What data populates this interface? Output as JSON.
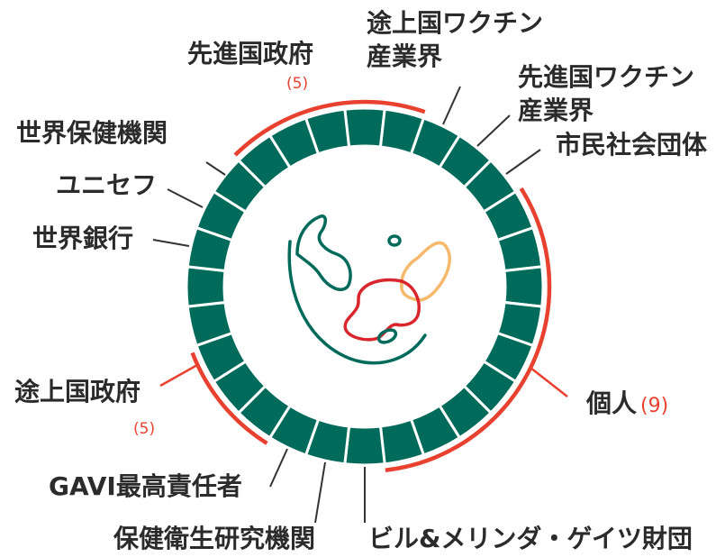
{
  "colors": {
    "seat": "#006a5b",
    "seat_divider": "#ffffff",
    "group_arc": "#e8412f",
    "text": "#2b2b2b",
    "pointer": "#333333",
    "logo_green": "#006a5b",
    "logo_red": "#d9262c",
    "logo_orange": "#f6b96b"
  },
  "ring": {
    "seat_count": 28
  },
  "labels": {
    "developing_vaccine_industry": {
      "line1": "途上国ワクチン",
      "line2": "産業界"
    },
    "donor_governments": {
      "text": "先進国政府",
      "count": "(5)"
    },
    "industrialized_vaccine_industry": {
      "line1": "先進国ワクチン",
      "line2": "産業界"
    },
    "civil_society": {
      "text": "市民社会団体"
    },
    "who": {
      "text": "世界保健機関"
    },
    "unicef": {
      "text": "ユニセフ"
    },
    "world_bank": {
      "text": "世界銀行"
    },
    "developing_governments": {
      "text": "途上国政府",
      "count": "(5)"
    },
    "individuals": {
      "text": "個人",
      "count": "(9)"
    },
    "gavi_ceo": {
      "text": "GAVI最高責任者"
    },
    "research_institutes": {
      "text": "保健衛生研究機関"
    },
    "gates_foundation": {
      "text": "ビル&メリンダ・ゲイツ財団"
    }
  }
}
